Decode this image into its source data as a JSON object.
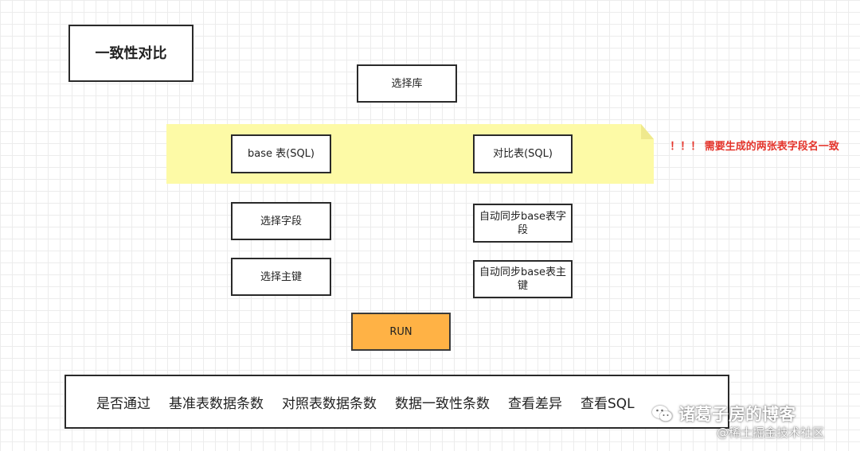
{
  "title": "一致性对比",
  "db_select": "选择库",
  "base_table": "base 表(SQL)",
  "compare_table": "对比表(SQL)",
  "select_fields": "选择字段",
  "auto_sync_fields": "自动同步base表字段",
  "select_pk": "选择主键",
  "auto_sync_pk": "自动同步base表主键",
  "run": "RUN",
  "warning": "！！！ 需要生成的两张表字段名一致",
  "results": {
    "columns": [
      "是否通过",
      "基准表数据条数",
      "对照表数据条数",
      "数据一致性条数",
      "查看差异",
      "查看SQL"
    ]
  },
  "watermark": {
    "text": "诸葛子房的博客",
    "source": "@稀土掘金技术社区"
  },
  "colors": {
    "sticky": "#fdfaa6",
    "run": "#ffb245",
    "warning": "#e4342b"
  }
}
